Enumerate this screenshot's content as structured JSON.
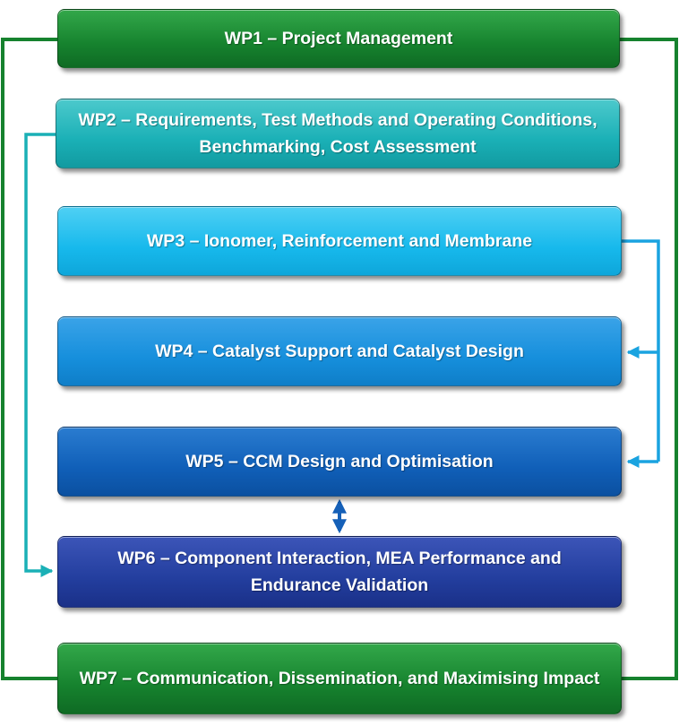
{
  "diagram": {
    "boxes": [
      {
        "id": "wp1",
        "label": "WP1 – Project Management"
      },
      {
        "id": "wp2",
        "label": "WP2 – Requirements, Test Methods and Operating Conditions, Benchmarking, Cost Assessment"
      },
      {
        "id": "wp3",
        "label": "WP3 – Ionomer, Reinforcement and Membrane"
      },
      {
        "id": "wp4",
        "label": "WP4 – Catalyst Support and Catalyst Design"
      },
      {
        "id": "wp5",
        "label": "WP5 – CCM Design and Optimisation"
      },
      {
        "id": "wp6",
        "label": "WP6 – Component Interaction, MEA Performance and Endurance Validation"
      },
      {
        "id": "wp7",
        "label": "WP7 – Communication, Dissemination, and Maximising Impact"
      }
    ],
    "colors": {
      "green": "#16822e",
      "teal": "#1ab0b6",
      "sky": "#17b9ec",
      "arrow_blue": "#1aa3e0",
      "dark_arrow": "#1560b8"
    }
  }
}
